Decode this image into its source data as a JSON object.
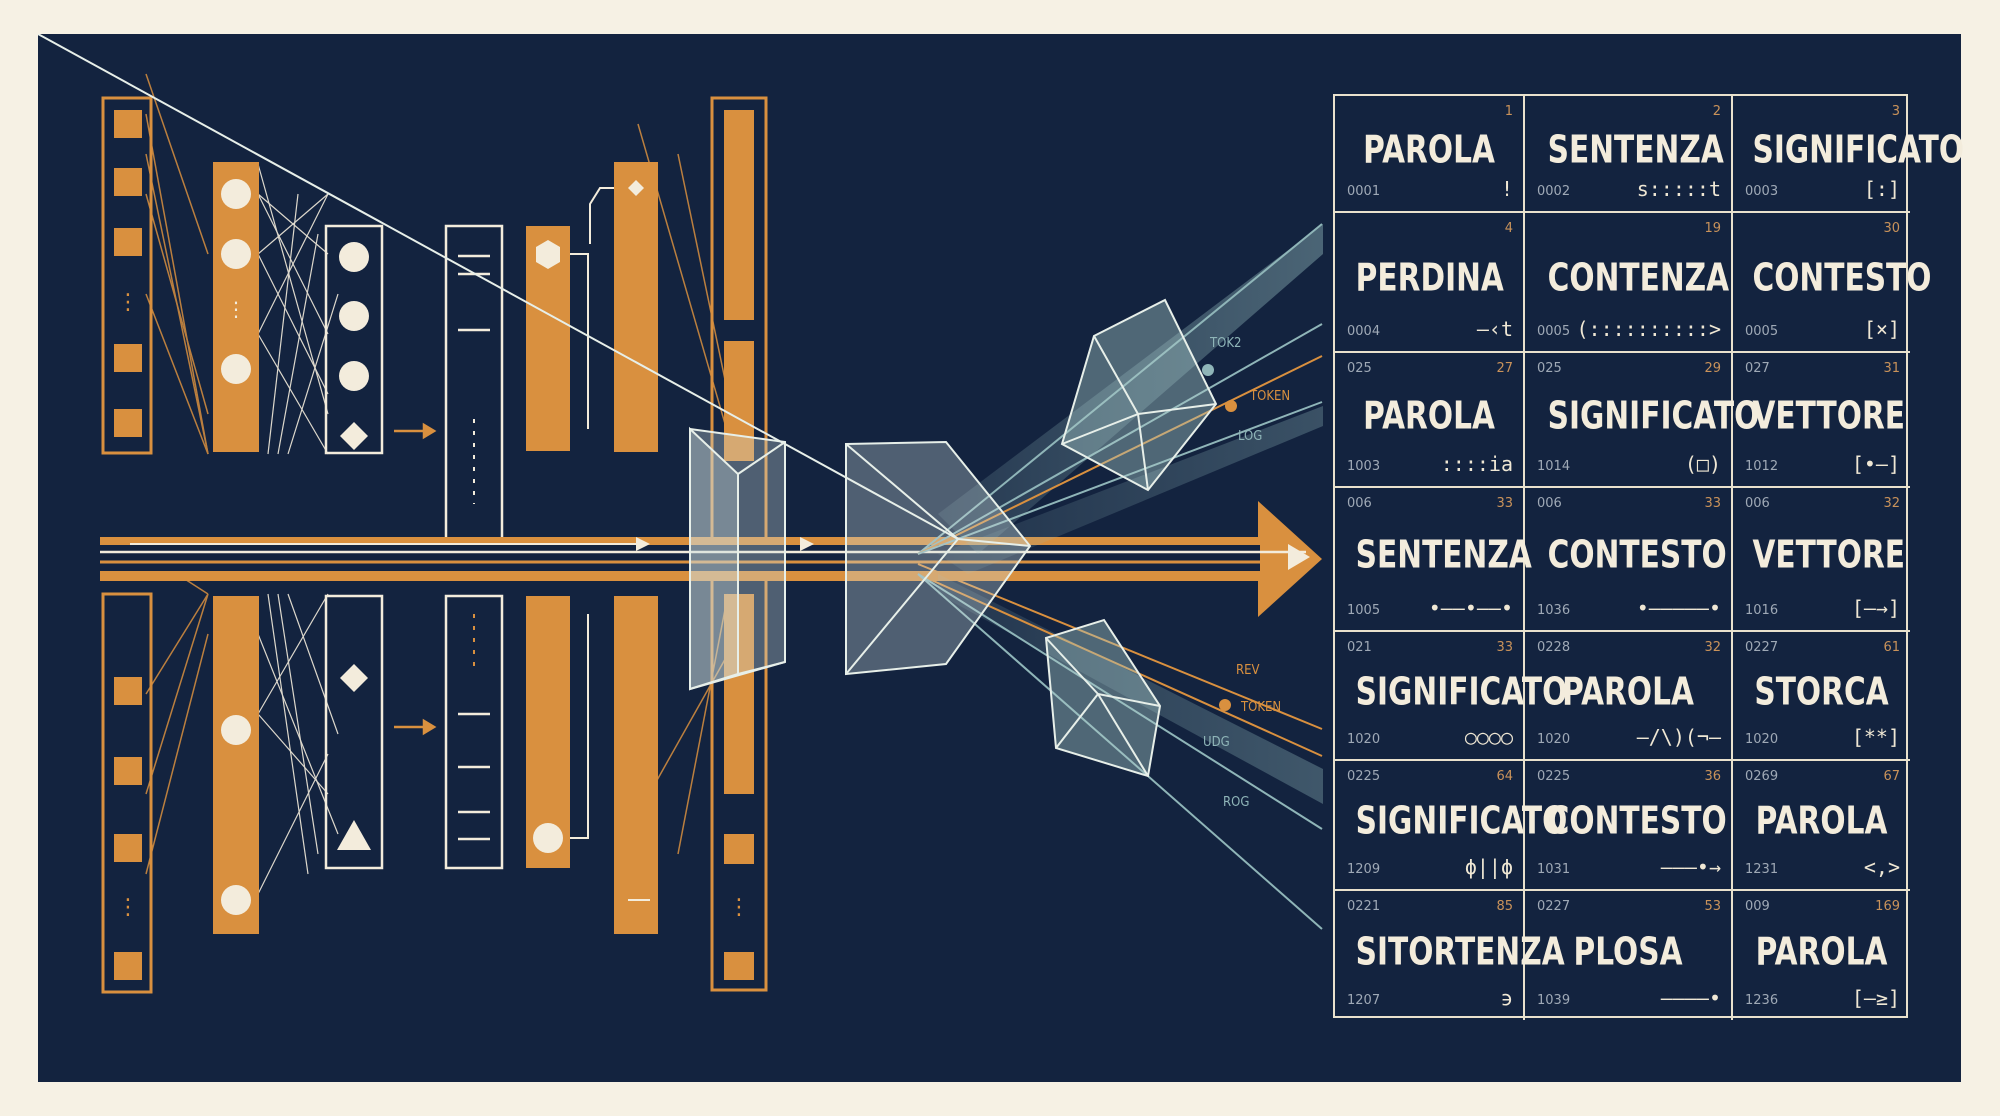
{
  "colors": {
    "background": "#13233f",
    "page": "#f6f1e4",
    "orange": "#d9903f",
    "cream": "#f3ecdc",
    "teal": "#8fb5b8"
  },
  "beam_labels": {
    "upper": [
      "TOK2",
      "TOKEN",
      "LOG"
    ],
    "lower": [
      "REV",
      "TOKEN",
      "UDG",
      "ROG"
    ]
  },
  "cells": [
    {
      "tl": "",
      "tr": "1",
      "word": "PAROLA",
      "bl": "0001",
      "sym": "!"
    },
    {
      "tl": "",
      "tr": "2",
      "word": "SENTENZA",
      "bl": "0002",
      "sym": "s:::::t"
    },
    {
      "tl": "",
      "tr": "3",
      "word": "SIGNIFICATO",
      "bl": "0003",
      "sym": "[:]"
    },
    {
      "tl": "",
      "tr": "4",
      "word": "PERDINA",
      "bl": "0004",
      "sym": "–‹t"
    },
    {
      "tl": "",
      "tr": "19",
      "word": "CONTENZA",
      "bl": "0005",
      "sym": "(::::::::::>"
    },
    {
      "tl": "",
      "tr": "30",
      "word": "CONTESTO",
      "bl": "0005",
      "sym": "[×]"
    },
    {
      "tl": "025",
      "tr": "27",
      "word": "PAROLA",
      "bl": "1003",
      "sym": "::::ia"
    },
    {
      "tl": "025",
      "tr": "29",
      "word": "SIGNIFICATO",
      "bl": "1014",
      "sym": "(□)"
    },
    {
      "tl": "027",
      "tr": "31",
      "word": "VETTORE",
      "bl": "1012",
      "sym": "[•–]"
    },
    {
      "tl": "006",
      "tr": "33",
      "word": "SENTENZA",
      "bl": "1005",
      "sym": "•––•––•"
    },
    {
      "tl": "006",
      "tr": "33",
      "word": "CONTESTO",
      "bl": "1036",
      "sym": "•–––––•"
    },
    {
      "tl": "006",
      "tr": "32",
      "word": "VETTORE",
      "bl": "1016",
      "sym": "[–→]"
    },
    {
      "tl": "021",
      "tr": "33",
      "word": "SIGNIFICATO",
      "bl": "1020",
      "sym": "○○○○"
    },
    {
      "tl": "0228",
      "tr": "32",
      "word": "PAROLA",
      "bl": "1020",
      "sym": "–/\\)(¬–"
    },
    {
      "tl": "0227",
      "tr": "61",
      "word": "STORCA",
      "bl": "1020",
      "sym": "[**]"
    },
    {
      "tl": "0225",
      "tr": "64",
      "word": "SIGNIFICATO",
      "bl": "1209",
      "sym": "ϕ||ϕ"
    },
    {
      "tl": "0225",
      "tr": "36",
      "word": "CONTESTO",
      "bl": "1031",
      "sym": "–––•→"
    },
    {
      "tl": "0269",
      "tr": "67",
      "word": "PAROLA",
      "bl": "1231",
      "sym": "<,>"
    },
    {
      "tl": "0221",
      "tr": "85",
      "word": "SITORTENZA",
      "bl": "1207",
      "sym": "϶"
    },
    {
      "tl": "0227",
      "tr": "53",
      "word": "PLOSA",
      "bl": "1039",
      "sym": "––––•"
    },
    {
      "tl": "009",
      "tr": "169",
      "word": "PAROLA",
      "bl": "1236",
      "sym": "[–≥]"
    }
  ]
}
